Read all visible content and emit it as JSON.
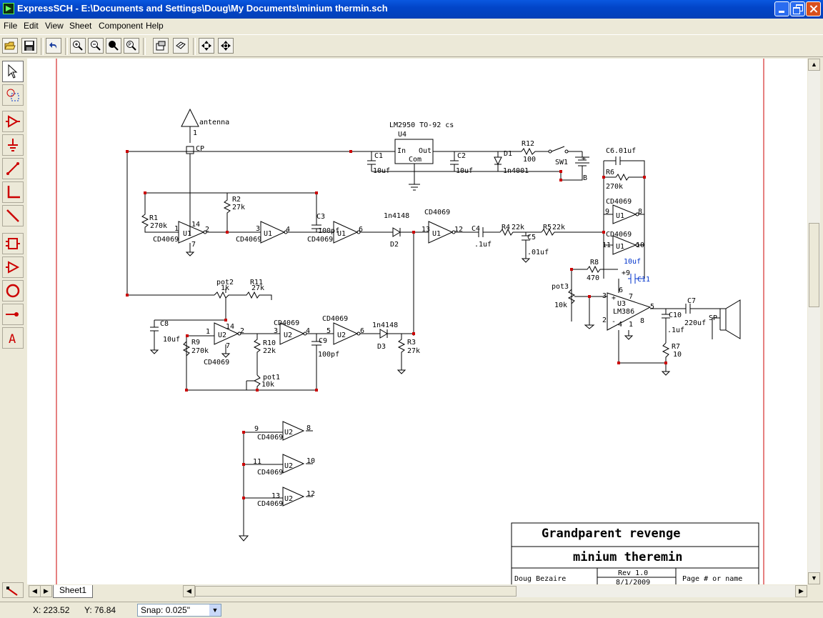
{
  "window": {
    "title": "ExpressSCH - E:\\Documents and Settings\\Doug\\My Documents\\minium thermin.sch"
  },
  "menu": [
    "File",
    "Edit",
    "View",
    "Sheet",
    "Component",
    "Help"
  ],
  "toolbar_icons": [
    "open-icon",
    "save-icon",
    "undo-icon",
    "zoom-in-icon",
    "zoom-out-icon",
    "zoom-area-icon",
    "zoom-fit-icon",
    "properties-icon",
    "print-icon",
    "pan-icon",
    "center-icon"
  ],
  "sidebar_tools": [
    "select-tool",
    "zoom-select-tool",
    "component-tool",
    "ground-tool",
    "wire-tool",
    "bus-tool",
    "bus-entry-tool",
    "box-tool",
    "triangle-tool",
    "circle-tool",
    "junction-tool",
    "text-tool"
  ],
  "schematic": {
    "antenna": "antenna",
    "lm2950": "LM2950 TO-92 cs",
    "u4": "U4",
    "in": "In",
    "out": "Out",
    "com": "Com",
    "labels": [
      "1",
      "2",
      "3",
      "C1",
      "C2",
      "10uf",
      "10uf",
      "D1",
      "1n4001",
      "R12",
      "100",
      "SW1",
      "+",
      "B",
      "C6.01uf",
      "R6",
      "270k",
      "CD4069",
      "CD4069",
      "9",
      "8",
      "11",
      "10",
      "U1",
      "U1",
      "R1",
      "270k",
      "R2",
      "27k",
      "C3",
      "100pf",
      "14",
      "7",
      "2",
      "3",
      "4",
      "5",
      "6",
      "13",
      "12",
      "CD4069",
      "CD4069",
      "CD4069",
      "D2",
      "1n4148",
      "1n4148",
      "C4",
      ".1uf",
      "R4",
      "22k",
      "R5",
      "22k",
      "C5",
      ".01uf",
      "R8",
      "470",
      "+9",
      "10uf",
      "C11",
      "pot3",
      "10k",
      "U3",
      "LM386",
      "C10",
      ".1uf",
      "C7",
      "220uf",
      "SP",
      "R7",
      "10",
      "pot2",
      "1k",
      "R11",
      "27k",
      "C8",
      "10uf",
      "U2",
      "U2",
      "U2",
      "R9",
      "270k",
      "R10",
      "22k",
      "C9",
      "100pf",
      "D3",
      "R3",
      "27k",
      "pot1",
      "10k"
    ],
    "title_block": {
      "title": "Grandparent revenge",
      "subtitle": "minium theremin",
      "author": "Doug Bezaire",
      "rev": "Rev 1.0",
      "date": "8/1/2009",
      "page": "Page # or name"
    }
  },
  "tabs": {
    "sheet": "Sheet1"
  },
  "status": {
    "x": "X: 223.52",
    "y": "Y: 76.84",
    "snap": "Snap: 0.025\""
  }
}
